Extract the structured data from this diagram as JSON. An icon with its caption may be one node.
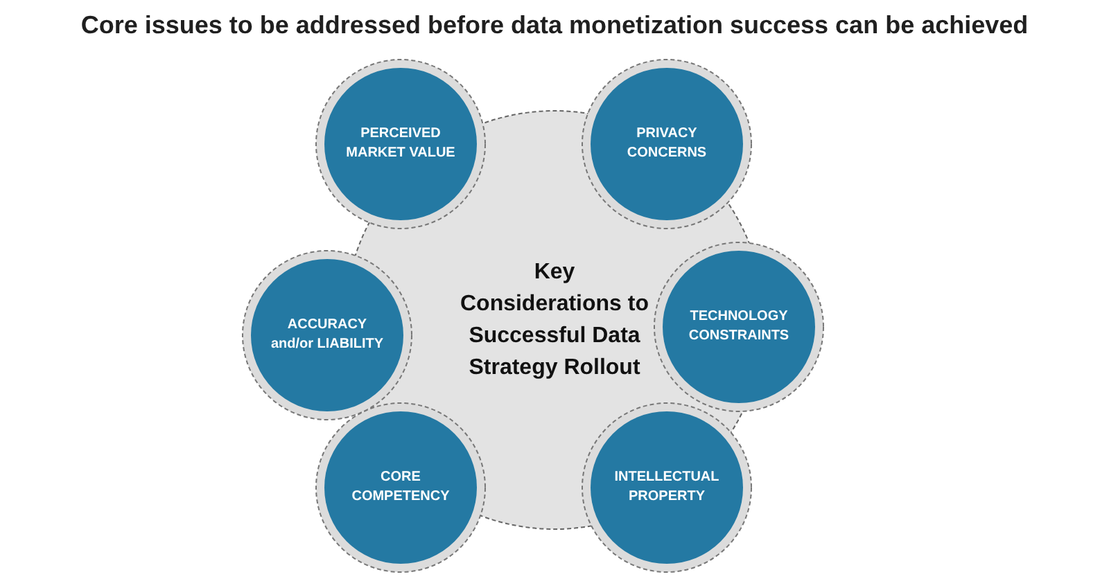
{
  "diagram": {
    "title": "Core issues to be addressed before data monetization success can be achieved",
    "nodes": [
      {
        "text": [
          "Key Considerations to Successful Data Strategy Rollout"
        ]
      },
      {
        "text": [
          "PERCEIVED MARKET VALUE"
        ]
      },
      {
        "text": [
          "PRIVACY CONCERNS"
        ]
      },
      {
        "text": [
          "ACCURACY and/or LIABILITY"
        ]
      },
      {
        "text": [
          "TECHNOLOGY CONSTRAINTS"
        ]
      },
      {
        "text": [
          "CORE COMPETENCY"
        ]
      },
      {
        "text": [
          "INTELLECTUAL PROPERTY"
        ]
      }
    ]
  }
}
